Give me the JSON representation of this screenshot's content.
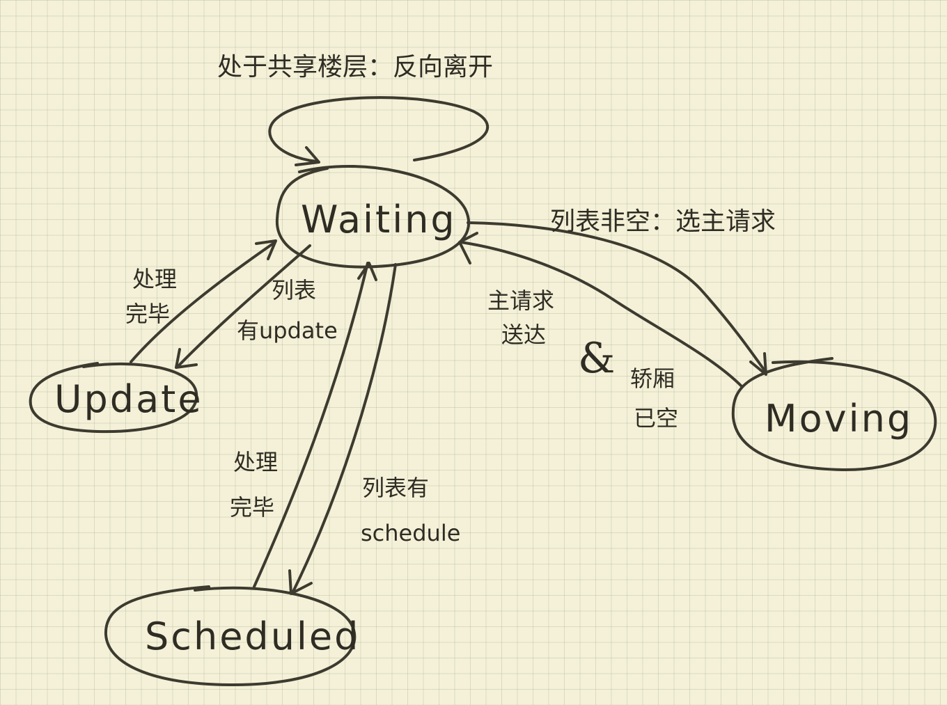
{
  "states": {
    "waiting": "Waiting",
    "update": "Update",
    "scheduled": "Scheduled",
    "moving": "Moving"
  },
  "transitions": {
    "self_loop": "处于共享楼层：反向离开",
    "to_moving": "列表非空：选主请求",
    "moving_return_line1": "主请求",
    "moving_return_line2": "送达",
    "moving_return_amp": "&",
    "moving_return_line3": "轿厢",
    "moving_return_line4": "已空",
    "update_done_line1": "处理",
    "update_done_line2": "完毕",
    "to_update_line1": "列表",
    "to_update_line2": "有update",
    "scheduled_done_line1": "处理",
    "scheduled_done_line2": "完毕",
    "to_scheduled_line1": "列表有",
    "to_scheduled_line2": "schedule"
  }
}
